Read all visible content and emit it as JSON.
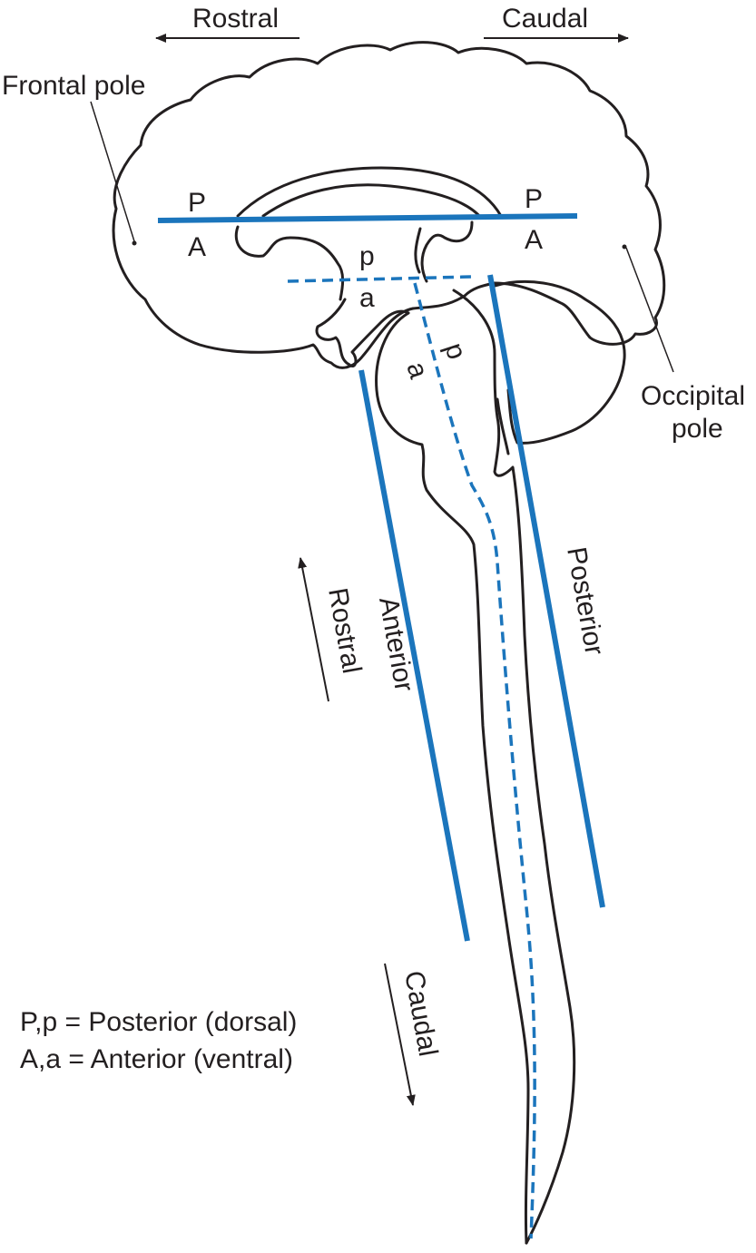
{
  "title_arrows": {
    "rostral": "Rostral",
    "caudal": "Caudal"
  },
  "poles": {
    "frontal": "Frontal pole",
    "occipital_line1": "Occipital",
    "occipital_line2": "pole"
  },
  "forebrain_axis": {
    "p_left": "P",
    "a_left": "A",
    "p_right": "P",
    "a_right": "A"
  },
  "diencephalon_axis": {
    "p": "p",
    "a": "a"
  },
  "brainstem_axis": {
    "p": "p",
    "a": "a"
  },
  "spinal_axis": {
    "anterior": "Anterior",
    "posterior": "Posterior",
    "rostral": "Rostral",
    "caudal": "Caudal"
  },
  "legend": {
    "line1": "P,p = Posterior (dorsal)",
    "line2": "A,a = Anterior (ventral)"
  },
  "colors": {
    "axis_blue": "#1b75bc",
    "outline": "#231f20"
  }
}
